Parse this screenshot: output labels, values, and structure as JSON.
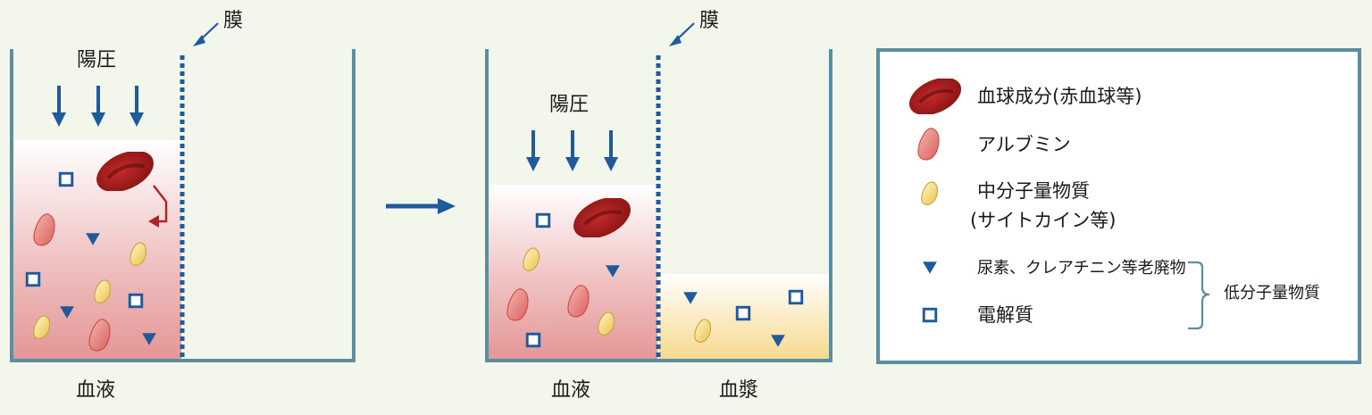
{
  "panel_left": {
    "membrane_label": "膜",
    "pressure_label": "陽圧",
    "fluid_label": "血液"
  },
  "panel_right": {
    "membrane_label": "膜",
    "pressure_label": "陽圧",
    "blood_label": "血液",
    "plasma_label": "血漿"
  },
  "legend": {
    "items": [
      {
        "icon": "red-blood-cell-icon",
        "label": "血球成分(赤血球等)"
      },
      {
        "icon": "albumin-icon",
        "label": "アルブミン"
      },
      {
        "icon": "middle-molecule-icon",
        "label": "中分子量物質",
        "label2": "(サイトカイン等)"
      },
      {
        "icon": "triangle-icon",
        "label": "尿素、クレアチニン等老廃物"
      },
      {
        "icon": "square-icon",
        "label": "電解質"
      }
    ],
    "group_label": "低分子量物質"
  },
  "colors": {
    "container": "#5a8ea0",
    "arrow": "#1f5b9c",
    "rbc": "#9e1b1b",
    "albumin": "#e07a7a",
    "middle": "#efd36a",
    "blood_top": "#ffffff",
    "blood_bottom": "#e8a0a0",
    "plasma": "#f5dc9a"
  }
}
